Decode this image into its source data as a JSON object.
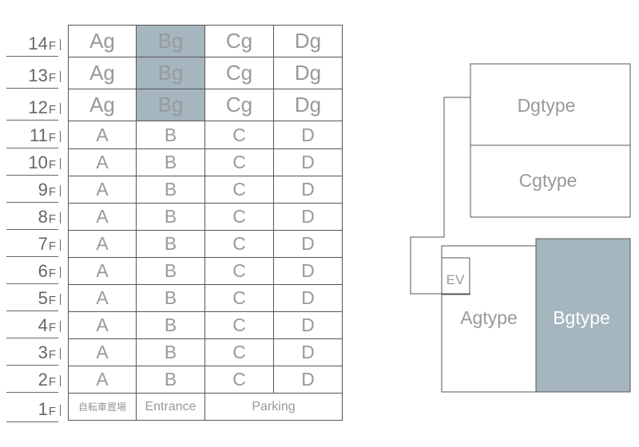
{
  "floors": [
    "14",
    "13",
    "12",
    "11",
    "10",
    "9",
    "8",
    "7",
    "6",
    "5",
    "4",
    "3",
    "2",
    "1"
  ],
  "floor_suffix": "F",
  "upper_rows": [
    [
      "Ag",
      "Bg",
      "Cg",
      "Dg"
    ],
    [
      "Ag",
      "Bg",
      "Cg",
      "Dg"
    ],
    [
      "Ag",
      "Bg",
      "Cg",
      "Dg"
    ]
  ],
  "lower_row": [
    "A",
    "B",
    "C",
    "D"
  ],
  "ground": {
    "bicycle_parking": "自転車置場",
    "entrance": "Entrance",
    "parking": "Parking"
  },
  "plan": {
    "dg": "Dgtype",
    "cg": "Cgtype",
    "ev": "EV",
    "ag": "Agtype",
    "bg": "Bgtype"
  },
  "colors": {
    "highlight": "#a5b6bf",
    "text": "#999999",
    "line": "#555555"
  }
}
